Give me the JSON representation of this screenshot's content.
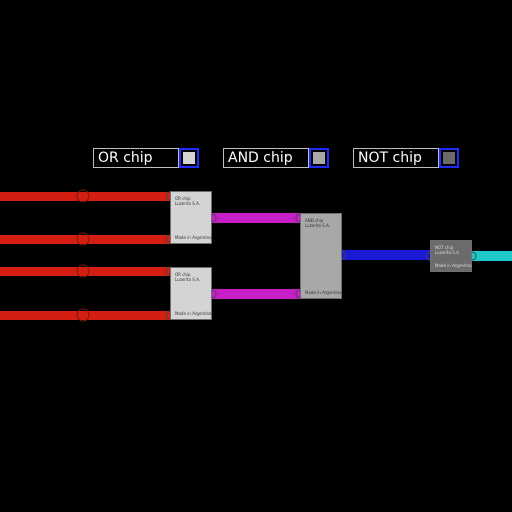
{
  "legend": [
    {
      "label": "OR chip",
      "swatch_color": "#d4d4d4"
    },
    {
      "label": "AND chip",
      "swatch_color": "#a8a8a8"
    },
    {
      "label": "NOT chip",
      "swatch_color": "#6b6b6b"
    }
  ],
  "chips": {
    "or_top": {
      "kind": "OR chip",
      "maker": "Luzerito S.A.",
      "origin": "Made in Argentina"
    },
    "or_bottom": {
      "kind": "OR chip",
      "maker": "Luzerito S.A.",
      "origin": "Made in Argentina"
    },
    "and": {
      "kind": "AND chip",
      "maker": "Luzerito S.A.",
      "origin": "Made in Argentina"
    },
    "not": {
      "kind": "NOT chip",
      "maker": "Luzerito S.A.",
      "origin": "Made in Argentina"
    }
  },
  "colors": {
    "background": "#000000",
    "input_wire": "#d41e12",
    "or_output_wire": "#c81ec8",
    "and_output_wire": "#1a1ad6",
    "not_output_wire": "#1fc8c8",
    "or_chip": "#d4d4d4",
    "and_chip": "#a8a8a8",
    "not_chip": "#6b6b6b",
    "legend_accent": "#1e2cff"
  }
}
